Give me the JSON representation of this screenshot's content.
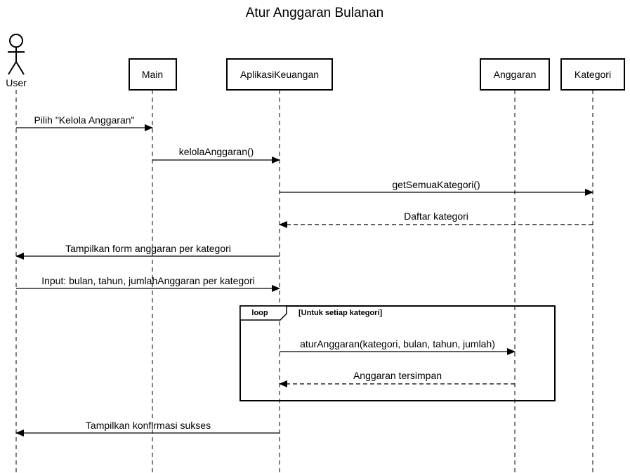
{
  "title": "Atur Anggaran Bulanan",
  "actor": {
    "label": "User"
  },
  "participants": [
    {
      "id": "main",
      "label": "Main"
    },
    {
      "id": "app",
      "label": "AplikasiKeuangan"
    },
    {
      "id": "anggaran",
      "label": "Anggaran"
    },
    {
      "id": "kategori",
      "label": "Kategori"
    }
  ],
  "messages": [
    {
      "from": "user",
      "to": "main",
      "label": "Pilih \"Kelola Anggaran\"",
      "style": "solid"
    },
    {
      "from": "main",
      "to": "app",
      "label": "kelolaAnggaran()",
      "style": "solid"
    },
    {
      "from": "app",
      "to": "kategori",
      "label": "getSemuaKategori()",
      "style": "solid"
    },
    {
      "from": "kategori",
      "to": "app",
      "label": "Daftar kategori",
      "style": "dashed"
    },
    {
      "from": "app",
      "to": "user",
      "label": "Tampilkan form anggaran per kategori",
      "style": "solid"
    },
    {
      "from": "user",
      "to": "app",
      "label": "Input: bulan, tahun, jumlahAnggaran per kategori",
      "style": "solid"
    },
    {
      "from": "app",
      "to": "anggaran",
      "label": "aturAnggaran(kategori, bulan, tahun, jumlah)",
      "style": "solid"
    },
    {
      "from": "anggaran",
      "to": "app",
      "label": "Anggaran tersimpan",
      "style": "dashed"
    },
    {
      "from": "app",
      "to": "user",
      "label": "Tampilkan konfirmasi sukses",
      "style": "solid"
    }
  ],
  "loop": {
    "keyword": "loop",
    "condition": "[Untuk setiap kategori]"
  }
}
